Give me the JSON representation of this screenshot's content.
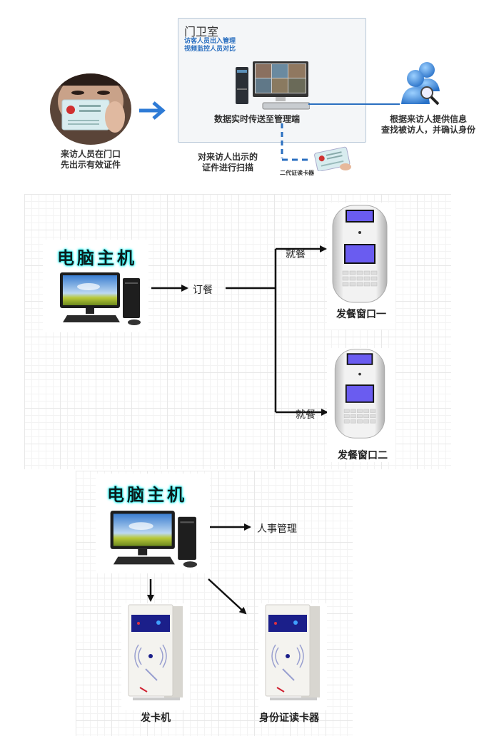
{
  "visitor_flow": {
    "visitor_caption": [
      "来访人员在门口",
      "先出示有效证件"
    ],
    "guard_room": {
      "title": "门卫室",
      "subtitle": [
        "访客人员出入管理",
        "视频监控人员对比"
      ],
      "transfer_caption": "数据实时传送至管理端"
    },
    "scan_caption": [
      "对来访人出示的",
      "证件进行扫描"
    ],
    "reader_caption": "二代证读卡器",
    "lookup_caption": [
      "根据来访人提供信息",
      "查找被访人，并确认身份"
    ],
    "colors": {
      "accent": "#2a6fc0",
      "arrow": "#2e7bd6",
      "box_border": "#b8c8d8"
    }
  },
  "meal_flow": {
    "host_title": "电脑主机",
    "order_label": "订餐",
    "serve_labels": [
      "就餐",
      "就餐"
    ],
    "windows": [
      "发餐窗口一",
      "发餐窗口二"
    ]
  },
  "card_flow": {
    "host_title": "电脑主机",
    "hr_label": "人事管理",
    "devices": [
      "发卡机",
      "身份证读卡器"
    ]
  }
}
